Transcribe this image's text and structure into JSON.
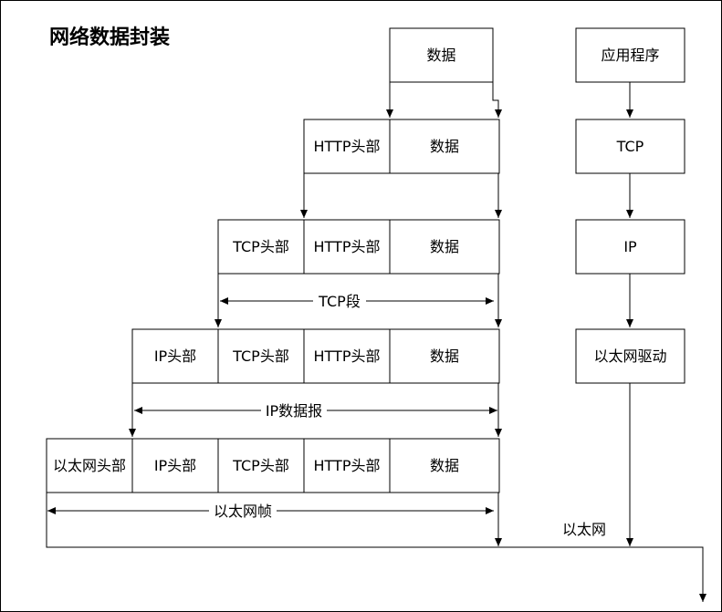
{
  "diagram": {
    "title": "网络数据封装",
    "layers": {
      "application": "应用程序",
      "tcp": "TCP",
      "ip": "IP",
      "ethernet_driver": "以太网驱动"
    },
    "segments": {
      "data": "数据",
      "http_header": "HTTP头部",
      "tcp_header": "TCP头部",
      "ip_header": "IP头部",
      "ethernet_header": "以太网头部"
    },
    "spans": {
      "tcp_segment": "TCP段",
      "ip_datagram": "IP数据报",
      "ethernet_frame": "以太网帧"
    },
    "network": "以太网"
  },
  "colors": {
    "line": "#000000",
    "box_fill": "#ffffff",
    "background": "#ffffff"
  }
}
